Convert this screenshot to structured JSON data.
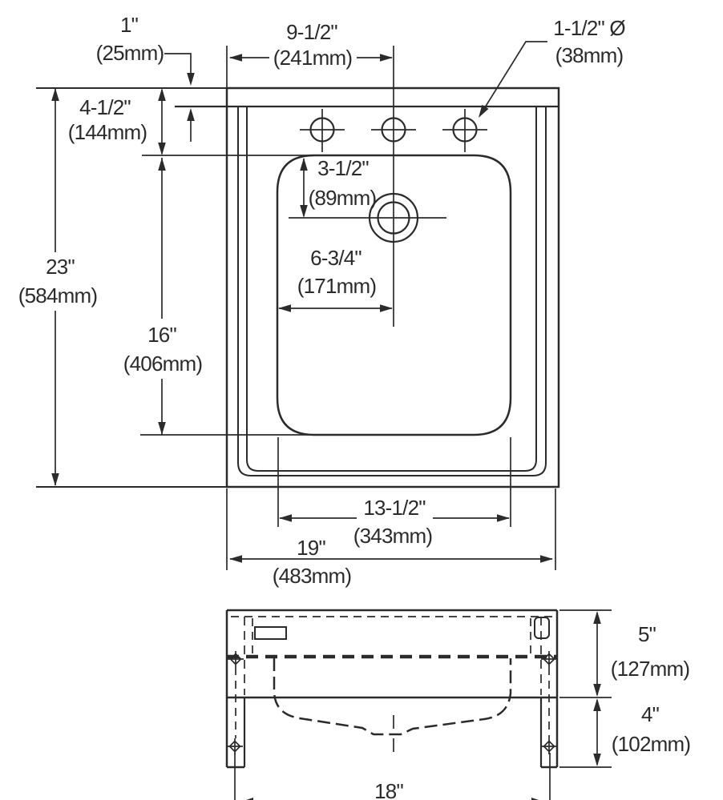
{
  "drawing": {
    "background": "#ffffff",
    "line_color": "#2b2b2b",
    "views": {
      "plan": "sink-top-view",
      "front": "sink-front-elevation"
    },
    "dims": {
      "rim_offset": {
        "in": "1\"",
        "mm": "(25mm)"
      },
      "faucet_center": {
        "in": "9-1/2\"",
        "mm": "(241mm)"
      },
      "hole_diameter": {
        "in": "1-1/2\" Ø",
        "mm": "(38mm)"
      },
      "deck_depth": {
        "in": "4-1/2\"",
        "mm": "(144mm)"
      },
      "overall_depth": {
        "in": "23\"",
        "mm": "(584mm)"
      },
      "bowl_depth": {
        "in": "16\"",
        "mm": "(406mm)"
      },
      "drain_offset_y": {
        "in": "3-1/2\"",
        "mm": "(89mm)"
      },
      "drain_offset_x": {
        "in": "6-3/4\"",
        "mm": "(171mm)"
      },
      "bowl_width": {
        "in": "13-1/2\"",
        "mm": "(343mm)"
      },
      "overall_width": {
        "in": "19\"",
        "mm": "(483mm)"
      },
      "front_upper_height": {
        "in": "5\"",
        "mm": "(127mm)"
      },
      "front_lower_height": {
        "in": "4\"",
        "mm": "(102mm)"
      },
      "bracket_spacing": {
        "in": "18\""
      }
    }
  }
}
